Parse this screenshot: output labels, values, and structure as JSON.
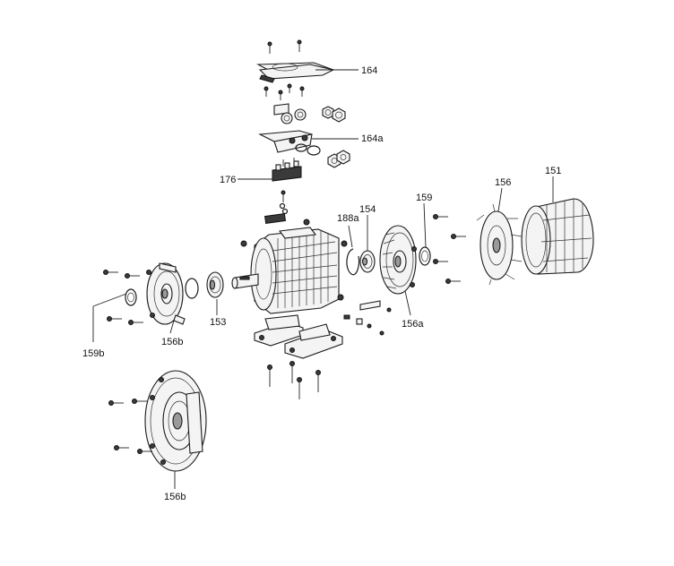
{
  "labels": {
    "l164": "164",
    "l164a": "164a",
    "l176": "176",
    "l188a": "188a",
    "l154": "154",
    "l159": "159",
    "l156": "156",
    "l151": "151",
    "l153": "153",
    "l159b": "159b",
    "l156b_top": "156b",
    "l156a": "156a",
    "l156b_bottom": "156b"
  },
  "colors": {
    "line": "#222222",
    "fill_light": "#f4f4f4",
    "fill_dark": "#3a3a3a",
    "background": "#ffffff"
  }
}
